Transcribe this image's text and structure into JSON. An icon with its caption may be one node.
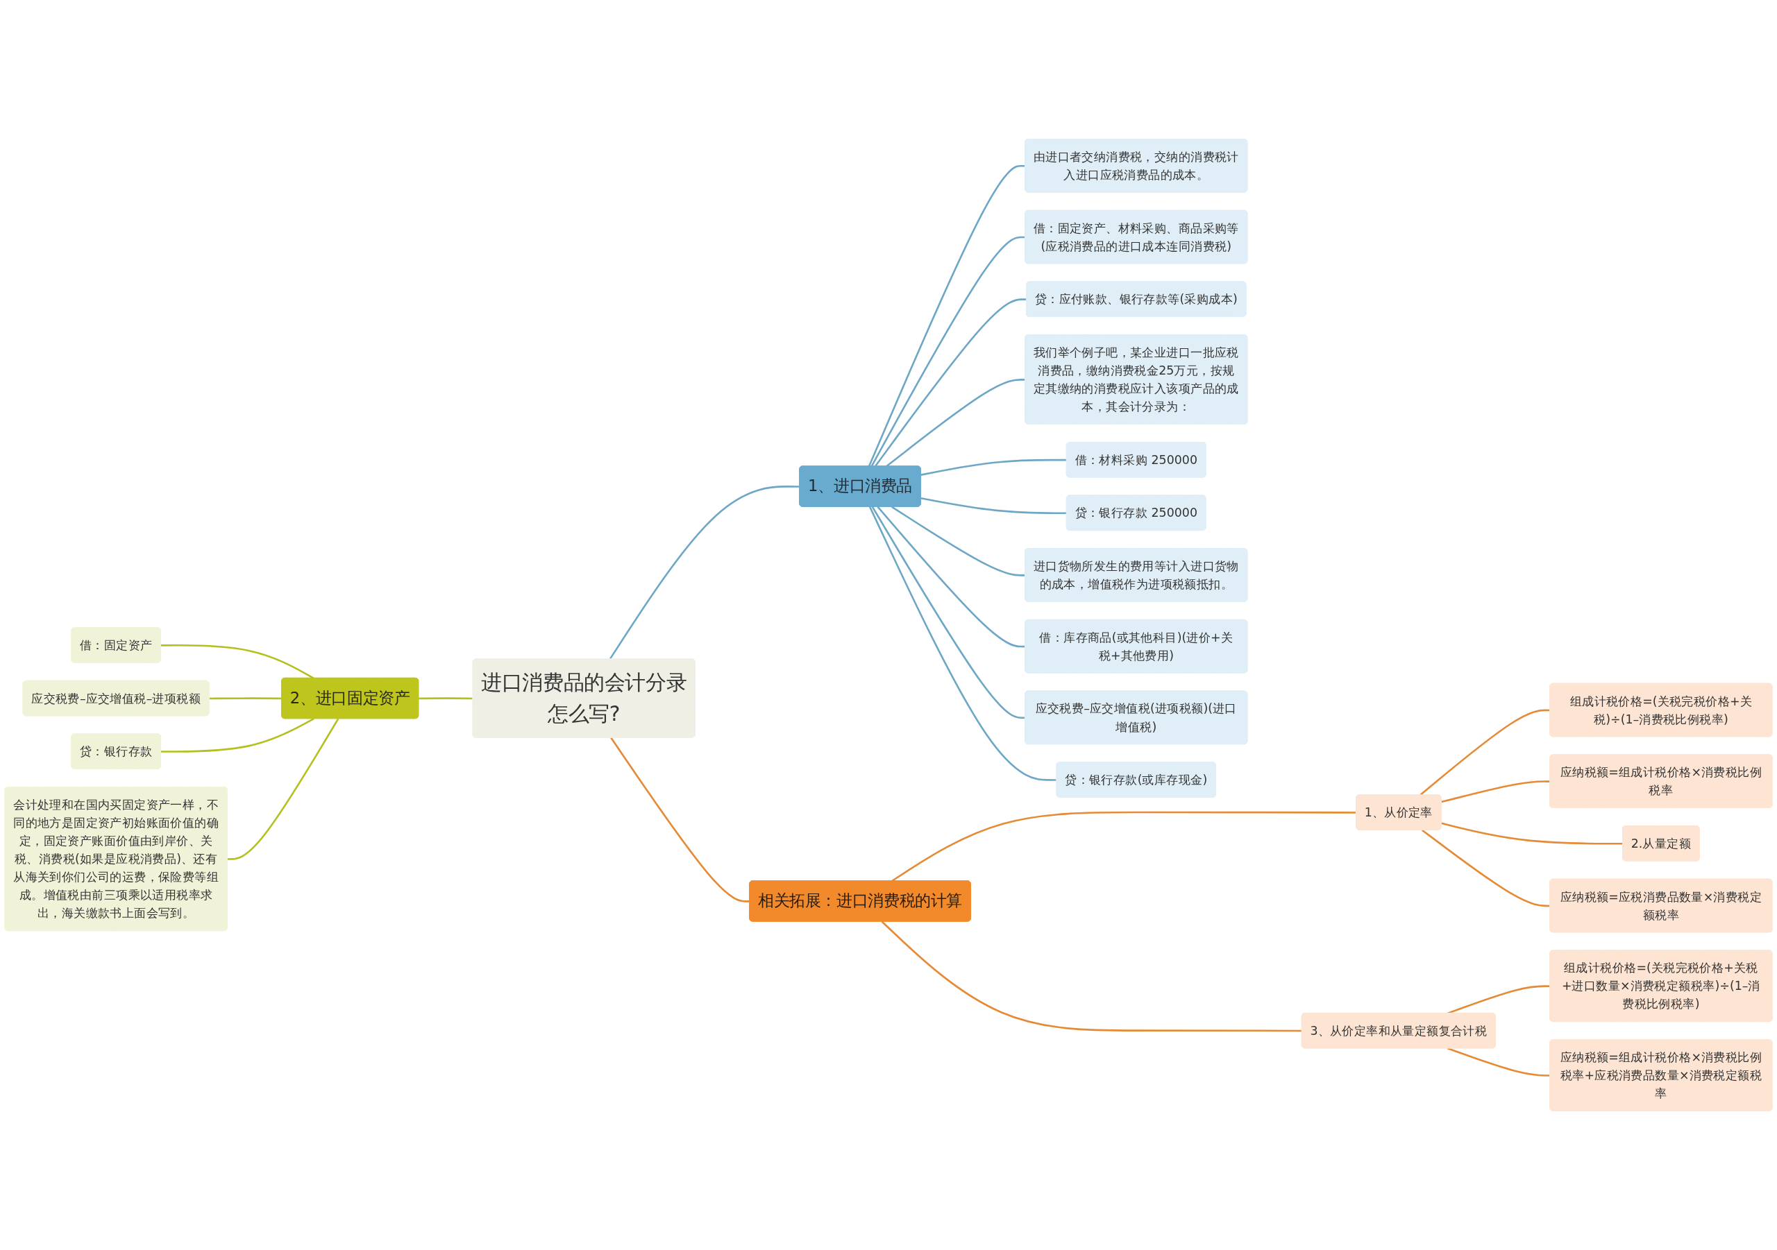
{
  "diagram": {
    "nodes": [
      {
        "text": [
          "进口消费品的会计分录怎么写?"
        ]
      },
      {
        "text": [
          "1、进口消费品"
        ]
      },
      {
        "text": [
          "由进口者交纳消费税，交纳的消费税计入进口应税消费品的成本。"
        ]
      },
      {
        "text": [
          "借：固定资产、材料采购、商品采购等(应税消费品的进口成本连同消费税)"
        ]
      },
      {
        "text": [
          "贷：应付账款、银行存款等(采购成本)"
        ]
      },
      {
        "text": [
          "我们举个例子吧，某企业进口一批应税消费品，缴纳消费税金25万元，按规定其缴纳的消费税应计入该项产品的成本，其会计分录为："
        ]
      },
      {
        "text": [
          "借：材料采购 250000"
        ]
      },
      {
        "text": [
          "贷：银行存款 250000"
        ]
      },
      {
        "text": [
          "进口货物所发生的费用等计入进口货物的成本，增值税作为进项税额抵扣。"
        ]
      },
      {
        "text": [
          "借：库存商品(或其他科目)(进价+关税+其他费用)"
        ]
      },
      {
        "text": [
          "应交税费–应交增值税(进项税额)(进口增值税)"
        ]
      },
      {
        "text": [
          "贷：银行存款(或库存现金)"
        ]
      },
      {
        "text": [
          "2、进口固定资产"
        ]
      },
      {
        "text": [
          "借：固定资产"
        ]
      },
      {
        "text": [
          "应交税费–应交增值税–进项税额"
        ]
      },
      {
        "text": [
          "贷：银行存款"
        ]
      },
      {
        "text": [
          "会计处理和在国内买固定资产一样，不同的地方是固定资产初始账面价值的确定，固定资产账面价值由到岸价、关税、消费税(如果是应税消费品)、还有从海关到你们公司的运费，保险费等组成。增值税由前三项乘以适用税率求出，海关缴款书上面会写到。"
        ]
      },
      {
        "text": [
          "相关拓展：进口消费税的计算"
        ]
      },
      {
        "text": [
          "1、从价定率"
        ]
      },
      {
        "text": [
          "组成计税价格=(关税完税价格+关税)÷(1–消费税比例税率)"
        ]
      },
      {
        "text": [
          "应纳税额=组成计税价格×消费税比例税率"
        ]
      },
      {
        "text": [
          "2.从量定额"
        ]
      },
      {
        "text": [
          "应纳税额=应税消费品数量×消费税定额税率"
        ]
      },
      {
        "text": [
          "3、从价定率和从量定额复合计税"
        ]
      },
      {
        "text": [
          "组成计税价格=(关税完税价格+关税+进口数量×消费税定额税率)÷(1–消费税比例税率)"
        ]
      },
      {
        "text": [
          "应纳税额=组成计税价格×消费税比例税率+应税消费品数量×消费税定额税率"
        ]
      }
    ],
    "edges": [
      {
        "from": 0,
        "to": 1,
        "arrow": "none"
      },
      {
        "from": 1,
        "to": 2,
        "arrow": "none"
      },
      {
        "from": 1,
        "to": 3,
        "arrow": "none"
      },
      {
        "from": 1,
        "to": 4,
        "arrow": "none"
      },
      {
        "from": 1,
        "to": 5,
        "arrow": "none"
      },
      {
        "from": 1,
        "to": 6,
        "arrow": "none"
      },
      {
        "from": 1,
        "to": 7,
        "arrow": "none"
      },
      {
        "from": 1,
        "to": 8,
        "arrow": "none"
      },
      {
        "from": 1,
        "to": 9,
        "arrow": "none"
      },
      {
        "from": 1,
        "to": 10,
        "arrow": "none"
      },
      {
        "from": 1,
        "to": 11,
        "arrow": "none"
      },
      {
        "from": 12,
        "to": 0,
        "arrow": "none",
        "color": "#b3c01d"
      },
      {
        "from": 13,
        "to": 12,
        "arrow": "none",
        "color": "#b3c01d"
      },
      {
        "from": 14,
        "to": 12,
        "arrow": "none",
        "color": "#b3c01d"
      },
      {
        "from": 15,
        "to": 12,
        "arrow": "none",
        "color": "#b3c01d"
      },
      {
        "from": 16,
        "to": 12,
        "arrow": "none",
        "color": "#b3c01d"
      },
      {
        "from": 0,
        "to": 17,
        "arrow": "none",
        "color": "#e58a35"
      },
      {
        "from": 17,
        "to": 18,
        "arrow": "none",
        "color": "#e58a35"
      },
      {
        "from": 18,
        "to": 19,
        "arrow": "none",
        "color": "#e58a35"
      },
      {
        "from": 18,
        "to": 20,
        "arrow": "none",
        "color": "#e58a35"
      },
      {
        "from": 18,
        "to": 21,
        "arrow": "none",
        "color": "#e58a35"
      },
      {
        "from": 18,
        "to": 22,
        "arrow": "none",
        "color": "#e58a35"
      },
      {
        "from": 17,
        "to": 23,
        "arrow": "none",
        "color": "#e58a35"
      },
      {
        "from": 23,
        "to": 24,
        "arrow": "none",
        "color": "#e58a35"
      },
      {
        "from": 23,
        "to": 25,
        "arrow": "none",
        "color": "#e58a35"
      }
    ]
  }
}
